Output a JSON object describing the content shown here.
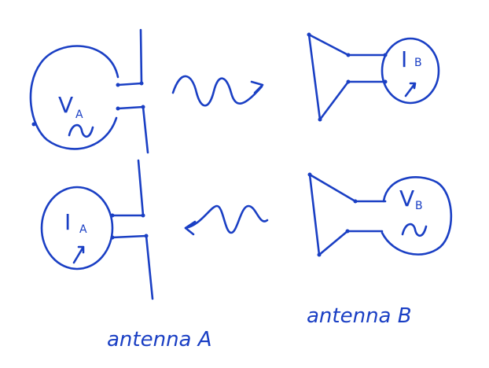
{
  "diagram": {
    "top_left_source": {
      "symbol": "V",
      "subscript": "A"
    },
    "bottom_left_meter": {
      "symbol": "I",
      "subscript": "A"
    },
    "top_right_meter": {
      "symbol": "I",
      "subscript": "B"
    },
    "bottom_right_source": {
      "symbol": "V",
      "subscript": "B"
    },
    "label_antenna_a": "antenna A",
    "label_antenna_b": "antenna B"
  },
  "colors": {
    "ink": "#1a3fc4",
    "background": "#ffffff"
  }
}
